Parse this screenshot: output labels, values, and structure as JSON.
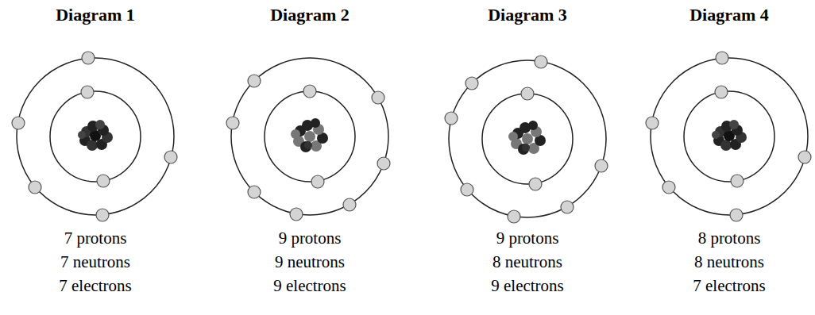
{
  "diagram": {
    "labels": [
      "Diagram 1",
      "Diagram 2",
      "Diagram 3",
      "Diagram 4",
      "7 protons",
      "9 protons",
      "9 protons",
      "8 protons",
      "7 neutrons",
      "9 neutrons",
      "8 neutrons",
      "8 neutrons",
      "7 electrons",
      "9 electrons",
      "9 electrons",
      "7 electrons"
    ]
  }
}
